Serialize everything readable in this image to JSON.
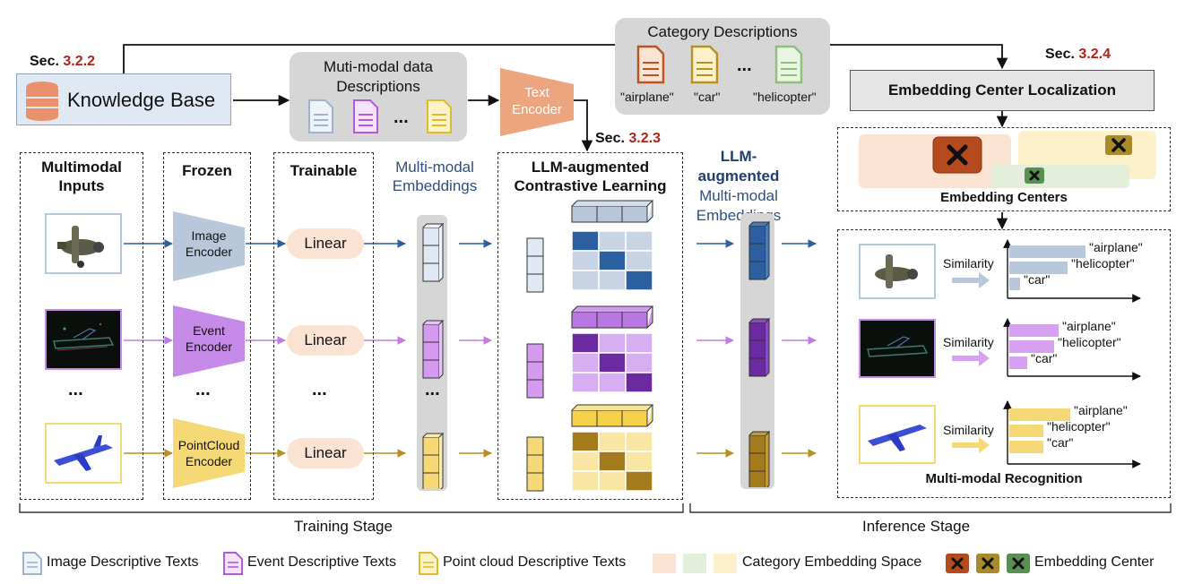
{
  "knowledge_base": "Knowledge Base",
  "sections": {
    "prefix": "Sec.",
    "s322": "3.2.2",
    "s323": "3.2.3",
    "s324": "3.2.4"
  },
  "multimodal_desc": {
    "line1": "Muti-modal data",
    "line2": "Descriptions",
    "dots": "..."
  },
  "category_desc": {
    "title": "Category Descriptions",
    "items": [
      "\"airplane\"",
      "\"car\"",
      "\"helicopter\""
    ],
    "dots": "..."
  },
  "text_encoder": {
    "line1": "Text",
    "line2": "Encoder"
  },
  "embedding_center_localization": "Embedding Center Localization",
  "embedding_centers": "Embedding Centers",
  "columns": {
    "inputs": {
      "line1": "Multimodal",
      "line2": "Inputs"
    },
    "frozen": "Frozen",
    "trainable": "Trainable",
    "mm_embeddings": {
      "line1": "Multi-modal",
      "line2": "Embeddings"
    },
    "contrastive": {
      "line1": "LLM-augmented",
      "line2": "Contrastive Learning"
    },
    "llm_embeddings": {
      "line1": "LLM-augmented",
      "line2": "Multi-modal",
      "line3": "Embeddings"
    }
  },
  "encoders": {
    "image": {
      "line1": "Image",
      "line2": "Encoder"
    },
    "event": {
      "line1": "Event",
      "line2": "Encoder"
    },
    "pointcloud": {
      "line1": "PointCloud",
      "line2": "Encoder"
    }
  },
  "linear_label": "Linear",
  "ellipsis": "...",
  "recognition": {
    "similarity": "Similarity",
    "labels": [
      "\"airplane\"",
      "\"helicopter\"",
      "\"car\""
    ],
    "title": "Multi-modal Recognition",
    "scores": {
      "image": [
        0.85,
        0.65,
        0.12
      ],
      "event": [
        0.55,
        0.5,
        0.2
      ],
      "pointcloud": [
        0.68,
        0.38,
        0.38
      ]
    }
  },
  "stages": {
    "training": "Training Stage",
    "inference": "Inference Stage"
  },
  "legend": {
    "image_texts": "Image Descriptive Texts",
    "event_texts": "Event Descriptive Texts",
    "point_texts": "Point cloud Descriptive Texts",
    "space": "Category Embedding Space",
    "center": "Embedding Center"
  },
  "colors": {
    "image": "#b9c7da",
    "image_dark": "#2b5fa0",
    "event": "#b977e3",
    "event_dark": "#6a2aa0",
    "point": "#f6d977",
    "point_dark": "#a37b1c",
    "center1": "#b44a1e",
    "center2": "#a88a2a",
    "center3": "#5a8f53",
    "space1": "#fbe3d4",
    "space2": "#e3efda",
    "space3": "#fdf1cc"
  }
}
